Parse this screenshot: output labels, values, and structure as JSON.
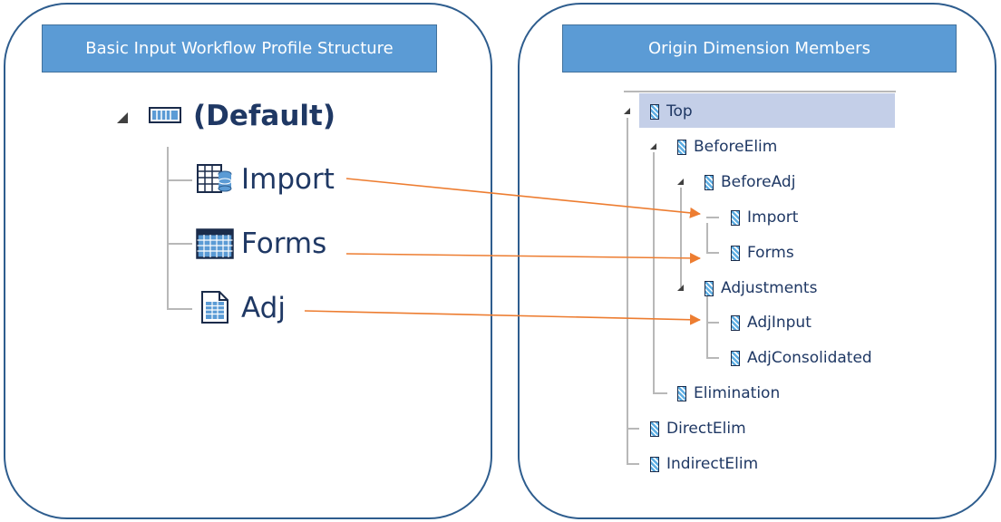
{
  "left": {
    "header": "Basic Input Workflow Profile Structure",
    "root": {
      "label": "(Default)",
      "icon": "workflow-profile-icon"
    },
    "children": [
      {
        "label": "Import",
        "icon": "import-grid-icon"
      },
      {
        "label": "Forms",
        "icon": "forms-grid-icon"
      },
      {
        "label": "Adj",
        "icon": "document-icon"
      }
    ]
  },
  "right": {
    "header": "Origin Dimension Members",
    "members": [
      {
        "label": "Top",
        "icon": "dimension-member-icon"
      },
      {
        "label": "BeforeElim",
        "icon": "dimension-member-icon"
      },
      {
        "label": "BeforeAdj",
        "icon": "dimension-member-icon"
      },
      {
        "label": "Import",
        "icon": "dimension-member-icon"
      },
      {
        "label": "Forms",
        "icon": "dimension-member-icon"
      },
      {
        "label": "Adjustments",
        "icon": "dimension-member-icon"
      },
      {
        "label": "AdjInput",
        "icon": "dimension-member-icon"
      },
      {
        "label": "AdjConsolidated",
        "icon": "dimension-member-icon"
      },
      {
        "label": "Elimination",
        "icon": "dimension-member-icon"
      },
      {
        "label": "DirectElim",
        "icon": "dimension-member-icon"
      },
      {
        "label": "IndirectElim",
        "icon": "dimension-member-icon"
      }
    ]
  },
  "colors": {
    "arrow": "#ed7d31",
    "panel_border": "#2e5d8e",
    "header_fill": "#5b9bd5",
    "text": "#1f3864",
    "highlight": "#c4cfe8"
  }
}
